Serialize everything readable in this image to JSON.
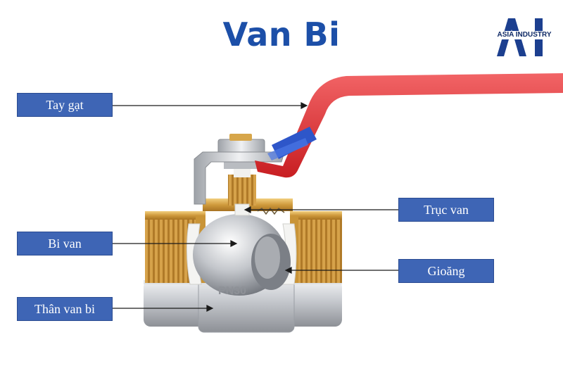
{
  "title": "Van Bi",
  "logo": {
    "text": "ASIA INDUSTRY",
    "mark": "AI"
  },
  "labels": {
    "handle": "Tay gạt",
    "stem": "Trục van",
    "ball": "Bi van",
    "seal": "Gioăng",
    "body": "Thân van bi"
  },
  "stamp": "PN30",
  "colors": {
    "title": "#1c4fa8",
    "label_bg": "#3e65b5",
    "handle": "#e53335",
    "brass": "#d9a84a",
    "steel": "#c9ccd0"
  }
}
